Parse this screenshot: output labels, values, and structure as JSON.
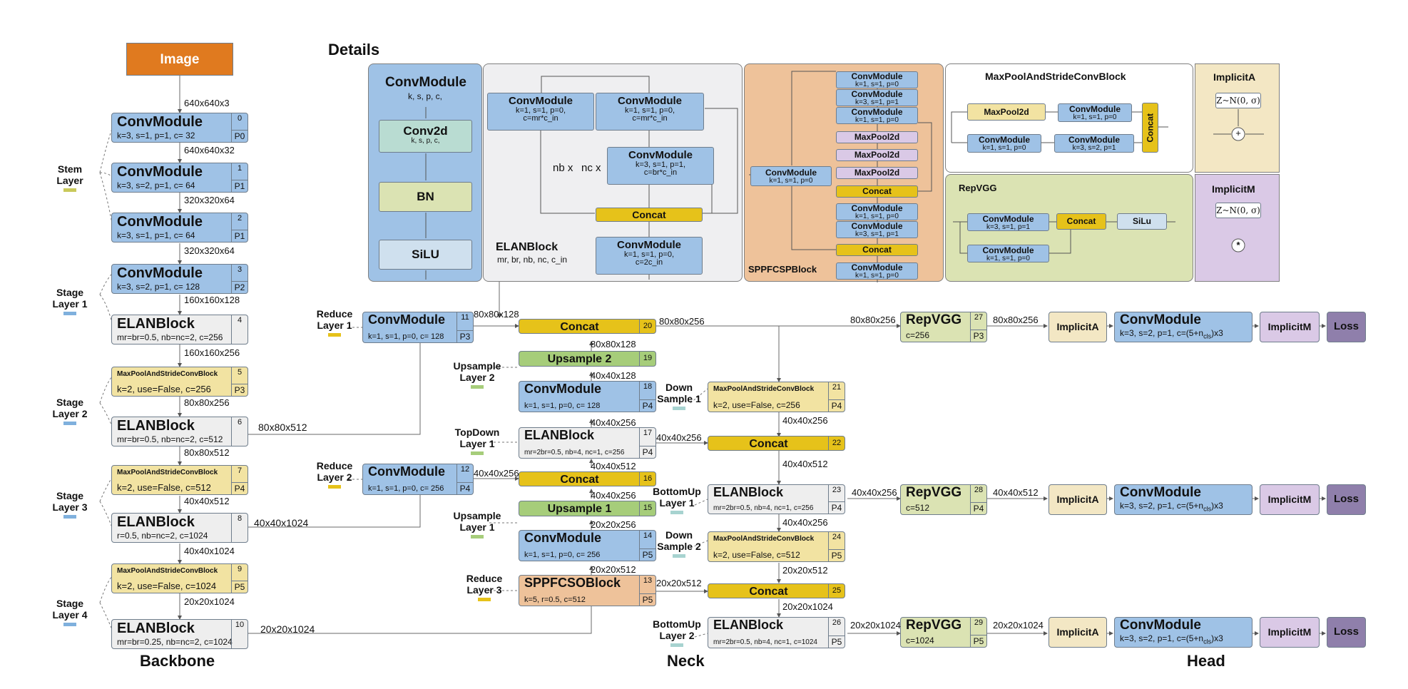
{
  "section_titles": {
    "backbone": "Backbone",
    "neck": "Neck",
    "head": "Head",
    "details": "Details"
  },
  "image": {
    "label": "Image"
  },
  "backbone_blocks": [
    {
      "name": "ConvModule",
      "sub": "k=3, s=1, p=1, c= 32",
      "num": "0",
      "p": "P0"
    },
    {
      "name": "ConvModule",
      "sub": "k=3, s=2, p=1, c= 64",
      "num": "1",
      "p": "P1"
    },
    {
      "name": "ConvModule",
      "sub": "k=3, s=1, p=1, c= 64",
      "num": "2",
      "p": "P1"
    },
    {
      "name": "ConvModule",
      "sub": "k=3, s=2, p=1, c= 128",
      "num": "3",
      "p": "P2"
    },
    {
      "name": "ELANBlock",
      "sub": "mr=br=0.5, nb=nc=2, c=256",
      "num": "4",
      "p": ""
    },
    {
      "name": "MaxPoolAndStrideConvBlock",
      "sub": "k=2, use=False, c=256",
      "num": "5",
      "p": "P3"
    },
    {
      "name": "ELANBlock",
      "sub": "mr=br=0.5, nb=nc=2, c=512",
      "num": "6",
      "p": ""
    },
    {
      "name": "MaxPoolAndStrideConvBlock",
      "sub": "k=2, use=False, c=512",
      "num": "7",
      "p": "P4"
    },
    {
      "name": "ELANBlock",
      "sub": "r=0.5, nb=nc=2, c=1024",
      "num": "8",
      "p": ""
    },
    {
      "name": "MaxPoolAndStrideConvBlock",
      "sub": "k=2, use=False, c=1024",
      "num": "9",
      "p": "P5"
    },
    {
      "name": "ELANBlock",
      "sub": "mr=br=0.25, nb=nc=2, c=1024",
      "num": "10",
      "p": ""
    }
  ],
  "backbone_dims": [
    "640x640x3",
    "640x640x32",
    "320x320x64",
    "320x320x64",
    "160x160x128",
    "160x160x256",
    "80x80x256",
    "80x80x512",
    "40x40x512",
    "40x40x1024",
    "20x20x1024"
  ],
  "stage_labels": [
    {
      "line1": "Stem",
      "line2": "Layer",
      "color": "#c9c95a"
    },
    {
      "line1": "Stage",
      "line2": "Layer 1",
      "color": "#7fb0dd"
    },
    {
      "line1": "Stage",
      "line2": "Layer 2",
      "color": "#7fb0dd"
    },
    {
      "line1": "Stage",
      "line2": "Layer 3",
      "color": "#7fb0dd"
    },
    {
      "line1": "Stage",
      "line2": "Layer 4",
      "color": "#7fb0dd"
    }
  ],
  "skip_dims": [
    "80x80x512",
    "40x40x1024",
    "20x20x1024"
  ],
  "neck_blocks": {
    "b11": {
      "name": "ConvModule",
      "sub": "k=1, s=1, p=0, c= 128",
      "num": "11",
      "p": "P3"
    },
    "b12": {
      "name": "ConvModule",
      "sub": "k=1, s=1, p=0, c= 256",
      "num": "12",
      "p": "P4"
    },
    "b13": {
      "name": "SPPFCSOBlock",
      "sub": "k=5, r=0.5, c=512",
      "num": "13",
      "p": "P5"
    },
    "b14": {
      "name": "ConvModule",
      "sub": "k=1, s=1, p=0, c= 256",
      "num": "14",
      "p": "P5"
    },
    "b15": {
      "name": "Upsample 1",
      "num": "15"
    },
    "b16": {
      "name": "Concat",
      "num": "16"
    },
    "b17": {
      "name": "ELANBlock",
      "sub": "mr=2br=0.5, nb=4, nc=1, c=256",
      "num": "17",
      "p": "P4"
    },
    "b18": {
      "name": "ConvModule",
      "sub": "k=1, s=1, p=0, c= 128",
      "num": "18",
      "p": "P4"
    },
    "b19": {
      "name": "Upsample 2",
      "num": "19"
    },
    "b20": {
      "name": "Concat",
      "num": "20"
    },
    "b21": {
      "name": "MaxPoolAndStrideConvBlock",
      "sub": "k=2, use=False, c=256",
      "num": "21",
      "p": "P4"
    },
    "b22": {
      "name": "Concat",
      "num": "22"
    },
    "b23": {
      "name": "ELANBlock",
      "sub": "mr=2br=0.5, nb=4, nc=1, c=256",
      "num": "23",
      "p": "P4"
    },
    "b24": {
      "name": "MaxPoolAndStrideConvBlock",
      "sub": "k=2, use=False, c=512",
      "num": "24",
      "p": "P5"
    },
    "b25": {
      "name": "Concat",
      "num": "25"
    },
    "b26": {
      "name": "ELANBlock",
      "sub": "mr=2br=0.5, nb=4, nc=1, c=1024",
      "num": "26",
      "p": "P5"
    }
  },
  "neck_labels": {
    "reduce1": [
      "Reduce",
      "Layer 1"
    ],
    "reduce2": [
      "Reduce",
      "Layer 2"
    ],
    "reduce3": [
      "Reduce",
      "Layer 3"
    ],
    "upsample2": [
      "Upsample",
      "Layer 2"
    ],
    "upsample1": [
      "Upsample",
      "Layer 1"
    ],
    "topdown1": [
      "TopDown",
      "Layer 1"
    ],
    "down1": [
      "Down",
      "Sample 1"
    ],
    "down2": [
      "Down",
      "Sample 2"
    ],
    "bottomup1": [
      "BottomUp",
      "Layer 1"
    ],
    "bottomup2": [
      "BottomUp",
      "Layer 2"
    ]
  },
  "neck_dims": {
    "d1": "80x80x128",
    "d2": "80x80x256",
    "d3": "80x80x128",
    "d4": "40x40x128",
    "d5": "40x40x256",
    "d6": "40x40x256",
    "d7": "40x40x512",
    "d8": "40x40x256",
    "d9": "40x40x256",
    "d10": "20x20x256",
    "d11": "20x20x512",
    "d12": "20x20x512",
    "d13": "40x40x256",
    "d14": "40x40x512",
    "d15": "40x40x256",
    "d16": "20x20x512",
    "d17": "20x20x1024"
  },
  "head_rows": [
    {
      "num": "27",
      "p": "P3",
      "c": "c=256",
      "in": "80x80x256",
      "out": "80x80x256"
    },
    {
      "num": "28",
      "p": "P4",
      "c": "c=512",
      "in": "40x40x256",
      "out": "40x40x512"
    },
    {
      "num": "29",
      "p": "P5",
      "c": "c=1024",
      "in": "20x20x1024",
      "out": "20x20x1024"
    }
  ],
  "head_names": {
    "rep": "RepVGG",
    "ia": "ImplicitA",
    "conv": "ConvModule",
    "conv_sub_a": "k=3, s=2, p=1, c=(5+n",
    "conv_sub_sub": "cls",
    "conv_sub_b": ")x3",
    "im": "ImplicitM",
    "loss": "Loss"
  },
  "details": {
    "conv": {
      "title": "ConvModule",
      "params": "k, s, p, c,",
      "conv2d": "Conv2d",
      "conv2d_params": "k, s, p, c,",
      "bn": "BN",
      "silu": "SiLU"
    },
    "elan": {
      "title": "ELANBlock",
      "params": "mr, br, nb, nc, c_in",
      "c1": {
        "a": "ConvModule",
        "b": "k=1, s=1, p=0,",
        "c": "c=mr*c_in"
      },
      "c2": {
        "a": "ConvModule",
        "b": "k=1, s=1, p=0,",
        "c": "c=mr*c_in"
      },
      "c3": {
        "a": "ConvModule",
        "b": "k=3, s=1, p=1,",
        "c": "c=br*c_in"
      },
      "nb": "nb x",
      "nc": "nc x",
      "concat": "Concat",
      "c4": {
        "a": "ConvModule",
        "b": "k=1, s=1, p=0,",
        "c": "c=2c_in"
      }
    },
    "sppf": {
      "title": "SPPFCSPBlock",
      "left": {
        "a": "ConvModule",
        "b": "k=1, s=1, p=0"
      },
      "stack": [
        {
          "a": "ConvModule",
          "b": "k=1, s=1, p=0",
          "kind": "conv"
        },
        {
          "a": "ConvModule",
          "b": "k=3, s=1, p=1",
          "kind": "conv"
        },
        {
          "a": "ConvModule",
          "b": "k=1, s=1, p=0",
          "kind": "conv"
        },
        {
          "a": "MaxPool2d",
          "b": "",
          "kind": "pool"
        },
        {
          "a": "MaxPool2d",
          "b": "",
          "kind": "pool"
        },
        {
          "a": "MaxPool2d",
          "b": "",
          "kind": "pool"
        },
        {
          "a": "Concat",
          "b": "",
          "kind": "cat"
        },
        {
          "a": "ConvModule",
          "b": "k=1, s=1, p=0",
          "kind": "conv"
        },
        {
          "a": "ConvModule",
          "b": "k=3, s=1, p=1",
          "kind": "conv"
        },
        {
          "a": "Concat",
          "b": "",
          "kind": "cat"
        },
        {
          "a": "ConvModule",
          "b": "k=1, s=1, p=0",
          "kind": "conv"
        }
      ]
    },
    "mpsc": {
      "title": "MaxPoolAndStrideConvBlock",
      "maxpool": "MaxPool2d",
      "c1": {
        "a": "ConvModule",
        "b": "k=1, s=1, p=0"
      },
      "c2": {
        "a": "ConvModule",
        "b": "k=1, s=1, p=0"
      },
      "c3": {
        "a": "ConvModule",
        "b": "k=3, s=2, p=1"
      },
      "concat": "Concat"
    },
    "repvgg": {
      "title": "RepVGG",
      "c1": {
        "a": "ConvModule",
        "b": "k=3, s=1, p=1"
      },
      "c2": {
        "a": "ConvModule",
        "b": "k=1, s=1, p=0"
      },
      "concat": "Concat",
      "silu": "SiLu"
    },
    "implicita": {
      "title": "ImplicitA",
      "z": "Z~N(0, σ)",
      "op": "+"
    },
    "implicitm": {
      "title": "ImplicitM",
      "z": "Z~N(0, σ)",
      "op": "*"
    }
  },
  "colors": {
    "conv": "#9fc2e6",
    "elan": "#eeeeee",
    "maxpool_block": "#f2e3a2",
    "concat": "#e6c21a",
    "upsample": "#a6cd7a",
    "sppf": "#eec29a",
    "repvgg": "#dbe3b3",
    "implicita": "#f3e7c4",
    "implicitm": "#dac9e6",
    "loss": "#8f7fab",
    "image": "#e07a1f"
  }
}
